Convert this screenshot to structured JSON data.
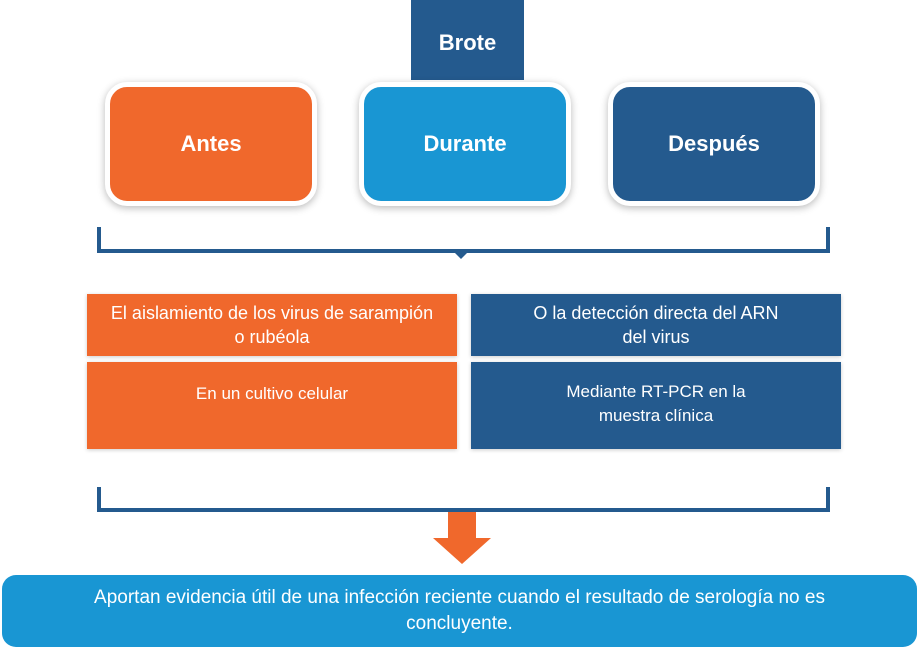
{
  "header": {
    "label": "Brote"
  },
  "phases": [
    {
      "label": "Antes"
    },
    {
      "label": "Durante"
    },
    {
      "label": "Después"
    }
  ],
  "methods": [
    {
      "title": "El aislamiento de los virus de sarampión o rubéola",
      "detail": "En un cultivo celular"
    },
    {
      "title": "O la detección directa del ARN del virus",
      "detail": "Mediante RT-PCR en la muestra clínica"
    }
  ],
  "conclusion": "Aportan evidencia útil de una infección reciente cuando el resultado de serología no es concluyente.",
  "colors": {
    "orange": "#f0682c",
    "light_blue": "#1996d3",
    "navy": "#245a8e"
  }
}
